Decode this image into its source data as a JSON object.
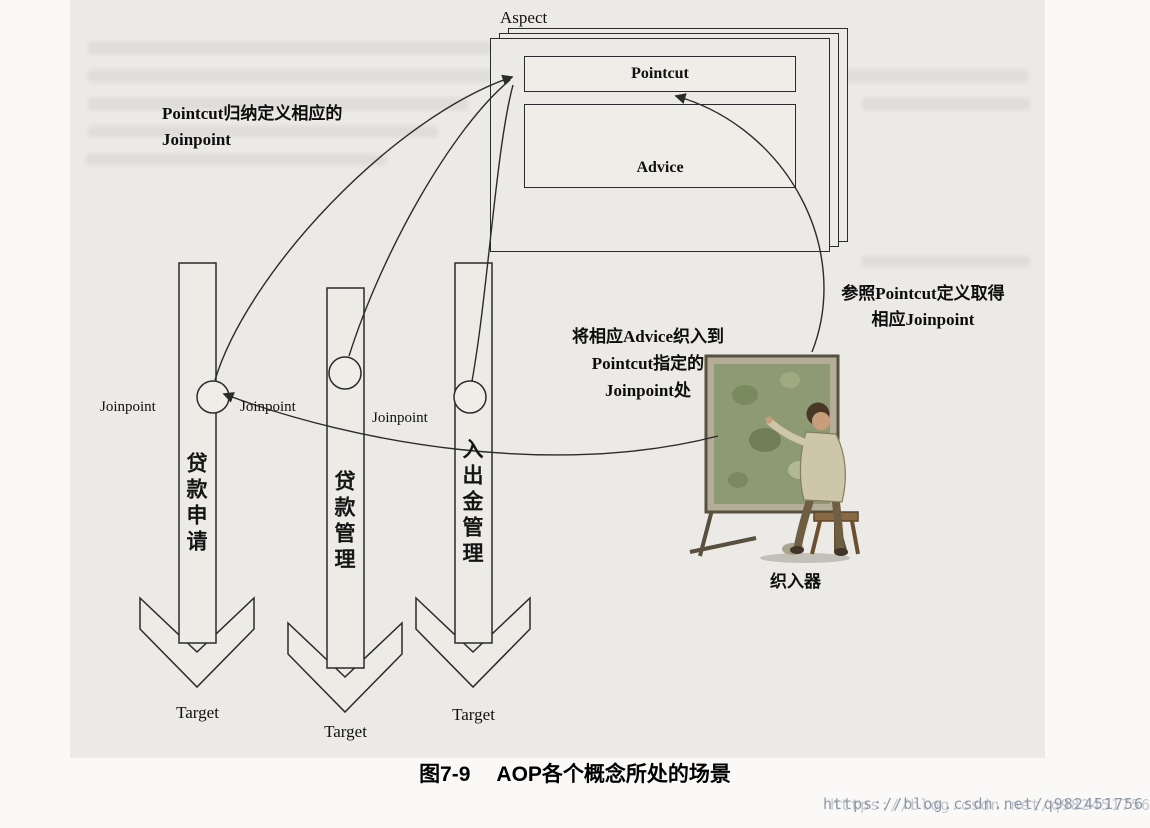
{
  "figure": {
    "caption_prefix": "图7-9",
    "caption_title": "AOP各个概念所处的场景",
    "watermark": "https://blog.csdn.net/q982451756"
  },
  "aspect": {
    "title": "Aspect",
    "pointcut_label": "Pointcut",
    "advice_label": "Advice"
  },
  "annotations": {
    "pointcut_defines_line1": "Pointcut归纳定义相应的",
    "pointcut_defines_line2": "Joinpoint",
    "refer_pointcut_line1": "参照Pointcut定义取得",
    "refer_pointcut_line2": "相应Joinpoint",
    "weave_advice_line1": "将相应Advice织入到",
    "weave_advice_line2": "Pointcut指定的",
    "weave_advice_line3": "Joinpoint处",
    "weaver_label": "织入器"
  },
  "targets": [
    {
      "flow_label": "贷款申请",
      "joinpoint_label": "Joinpoint",
      "target_label": "Target"
    },
    {
      "flow_label": "贷款管理",
      "joinpoint_label": "Joinpoint",
      "target_label": "Target"
    },
    {
      "flow_label": "入出金管理",
      "joinpoint_label": "Joinpoint",
      "target_label": "Target"
    }
  ],
  "colors": {
    "line": "#2b2b2b",
    "scan_background": "#eceae6",
    "page_background": "#faf9f7"
  }
}
